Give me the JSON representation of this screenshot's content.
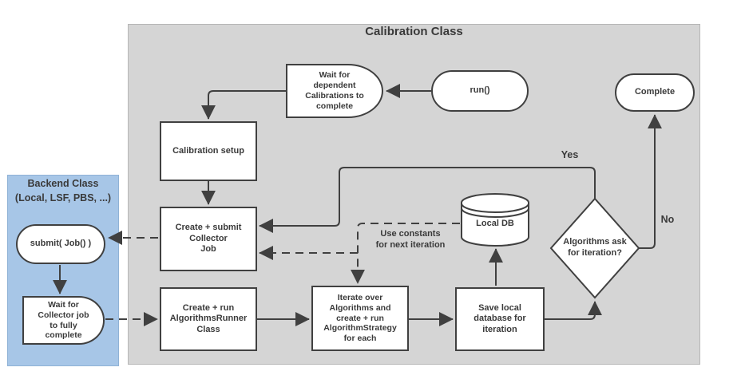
{
  "calibration": {
    "title": "Calibration Class",
    "nodes": {
      "wait_dependent": "Wait for\ndependent\nCalibrations to\ncomplete",
      "run": "run()",
      "complete": "Complete",
      "calibration_setup": "Calibration setup",
      "collector_job": "Create + submit\nCollector\nJob",
      "algorithms_runner": "Create + run\nAlgorithmsRunner\nClass",
      "iterate": "Iterate over\nAlgorithms and\ncreate + run\nAlgorithmStrategy\nfor each",
      "save_local": "Save local\ndatabase for\niteration",
      "local_db": "Local DB",
      "decision": "Algorithms ask\nfor iteration?"
    },
    "edge_labels": {
      "yes": "Yes",
      "no": "No",
      "use_constants": "Use constants\nfor next iteration"
    }
  },
  "backend": {
    "title": "Backend Class\n(Local, LSF, PBS, ...)",
    "nodes": {
      "submit": "submit( Job() )",
      "wait_collector": "Wait for\nCollector job\nto fully\ncomplete"
    }
  },
  "colors": {
    "calibration_container_fill": "#d5d5d5",
    "calibration_container_border": "#b6b6b6",
    "backend_container_fill": "#a7c6e7",
    "backend_container_border": "#8fb2d6",
    "node_fill": "#ffffff",
    "node_border": "#404040",
    "connector": "#404040",
    "text": "#3a3a3a"
  }
}
